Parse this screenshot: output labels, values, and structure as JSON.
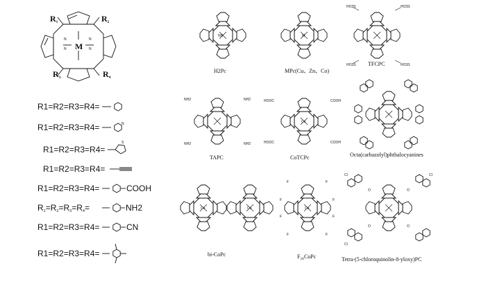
{
  "porphyrin": {
    "R1": "R",
    "R1_sub": "1",
    "R2": "R",
    "R2_sub": "2",
    "R3": "R",
    "R3_sub": "3",
    "R4": "R",
    "R4_sub": "4",
    "N": "N",
    "M": "M"
  },
  "substituents": [
    {
      "label": "R1=R2=R3=R4=",
      "group": "phenyl"
    },
    {
      "label": "R1=R2=R3=R4=",
      "group": "pyridyl",
      "atom": "N"
    },
    {
      "label": "R1=R2=R3=R4=",
      "group": "thienyl",
      "atom": "S"
    },
    {
      "label": "R1=R2=R3=R4=",
      "group": "ethynyl"
    },
    {
      "label": "R1=R2=R3=R4=",
      "group": "carboxyphenyl",
      "atom": "COOH"
    },
    {
      "label": "R1=R2=R3=R4=",
      "group": "aminophenyl",
      "atom": "NH2"
    },
    {
      "label": "R1=R2=R3=R4=",
      "group": "cyanophenyl",
      "atom": "CN"
    },
    {
      "label": "R1=R2=R3=R4=",
      "group": "mesityl"
    }
  ],
  "subs_row6": {
    "r1": "1",
    "r2": "2",
    "r3": "3",
    "r4": "4"
  },
  "phthalocyanines": [
    {
      "id": "h2pc",
      "caption": "H2Pc"
    },
    {
      "id": "mpc",
      "caption": "MPc(Cu、Zn、Co)"
    },
    {
      "id": "tfcpc",
      "caption": "TFCPC"
    },
    {
      "id": "tapc",
      "caption": "TAPC"
    },
    {
      "id": "cotcpc",
      "caption": "CoTCPc"
    },
    {
      "id": "octa",
      "caption": "Octa(carbazolyl)phthalocyanines"
    },
    {
      "id": "bicopc",
      "caption": "bi-CoPc"
    },
    {
      "id": "f16cupc",
      "caption": "F16CuPc"
    },
    {
      "id": "tetra",
      "caption": "Tetra-(5-chloroquinolin-8-yloxy)PC"
    }
  ],
  "atoms": {
    "N": "N",
    "NH": "NH",
    "HN": "HN",
    "M": "M",
    "Cu": "Cu",
    "Co": "Co",
    "F": "F",
    "O": "O",
    "Cl": "Cl",
    "NH2": "NH2",
    "COOH": "COOH",
    "HOOC": "HOOC",
    "SO3H": "HO3S",
    "S": "S"
  }
}
